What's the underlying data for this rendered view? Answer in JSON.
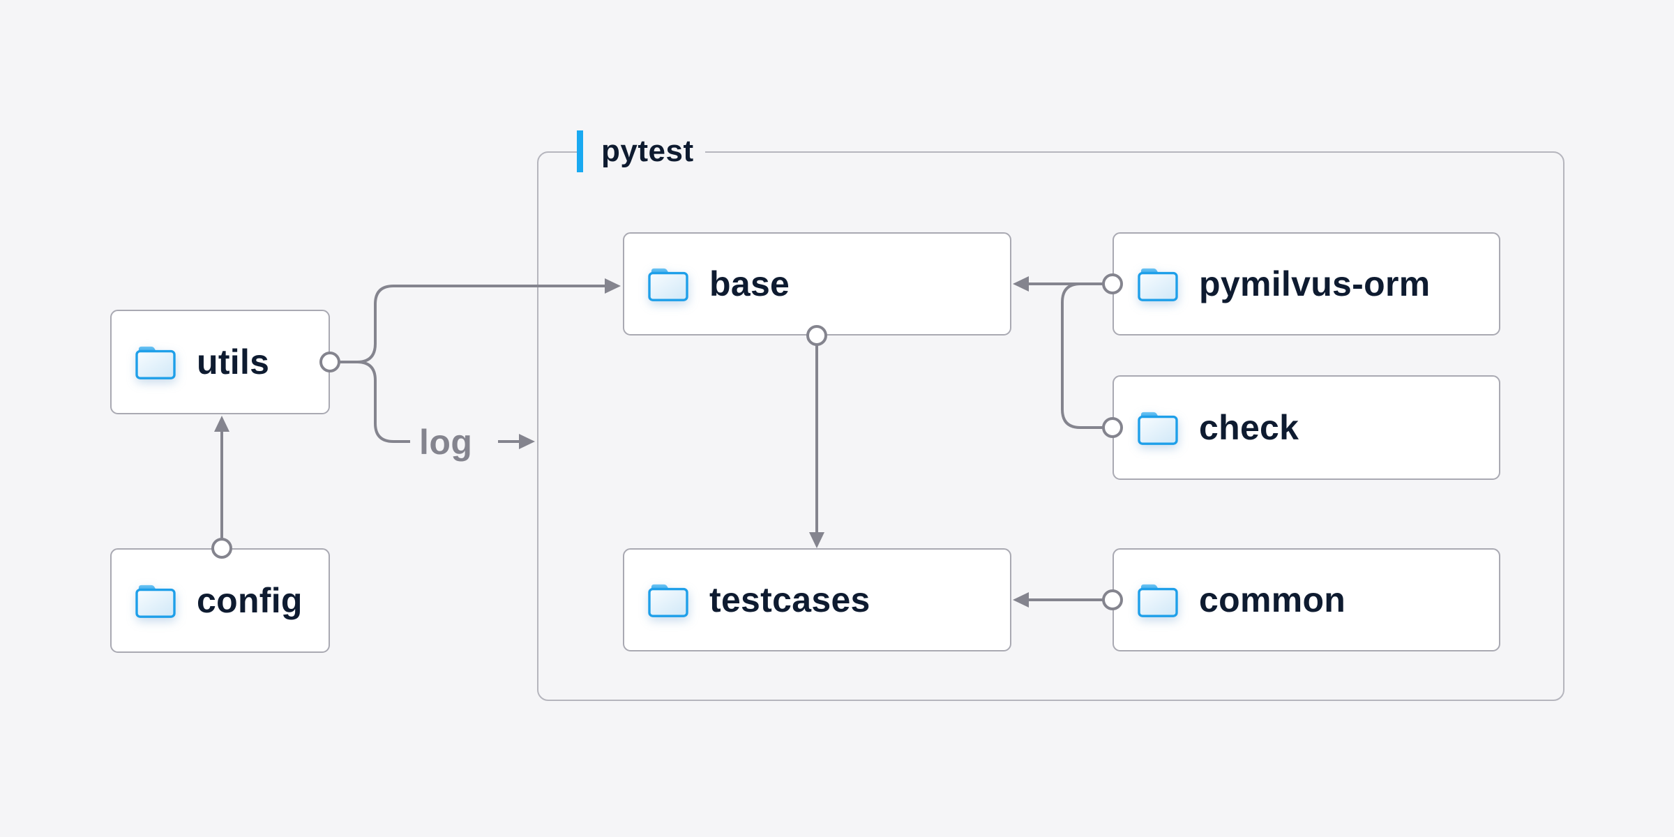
{
  "container": {
    "label": "pytest"
  },
  "nodes": {
    "utils": {
      "label": "utils"
    },
    "config": {
      "label": "config"
    },
    "base": {
      "label": "base"
    },
    "pymilvus-orm": {
      "label": "pymilvus-orm"
    },
    "check": {
      "label": "check"
    },
    "testcases": {
      "label": "testcases"
    },
    "common": {
      "label": "common"
    }
  },
  "edges": [
    {
      "from": "utils",
      "to": "base"
    },
    {
      "from": "utils",
      "to": "pytest",
      "label": "log"
    },
    {
      "from": "config",
      "to": "utils"
    },
    {
      "from": "base",
      "to": "testcases"
    },
    {
      "from": "pymilvus-orm",
      "to": "base"
    },
    {
      "from": "check",
      "to": "base"
    },
    {
      "from": "common",
      "to": "testcases"
    }
  ],
  "icons": {
    "node_icon": "folder-icon"
  },
  "colors": {
    "background": "#F5F5F7",
    "node_background": "#FFFFFF",
    "node_border": "#A9A9B2",
    "container_border": "#B5B5BD",
    "connector": "#84848E",
    "node_text": "#0E1B30",
    "edge_label_text": "#84848E",
    "accent_blue": "#19A9F1",
    "folder_blue": "#1E9FE9"
  }
}
